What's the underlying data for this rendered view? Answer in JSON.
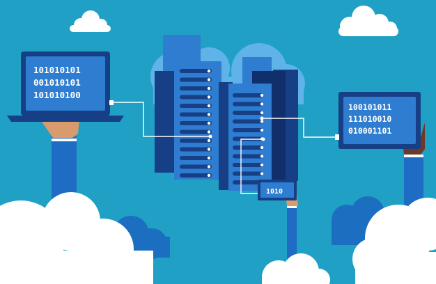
{
  "colors": {
    "sky": "#1fa0c4",
    "cloud": "#ffffff",
    "cloud_dark": "#1c6fc0",
    "light_blue": "#5fb3e8",
    "mid_blue": "#2e7dd1",
    "dark_blue": "#163f86",
    "navy": "#112f6b",
    "skin_light": "#d99b6c",
    "skin_dark": "#6b3a28",
    "wire": "#ffffff"
  },
  "laptop": {
    "line1": "101010101",
    "line2": "001010101",
    "line3": "101010100"
  },
  "monitor": {
    "line1": "100101011",
    "line2": "111010010",
    "line3": "010001101"
  },
  "device": {
    "label": "1010"
  },
  "icons": {
    "laptop": "laptop-icon",
    "monitor": "monitor-icon",
    "small_device": "tablet-icon",
    "server": "server-rack-icon",
    "cloud": "cloud-icon"
  }
}
